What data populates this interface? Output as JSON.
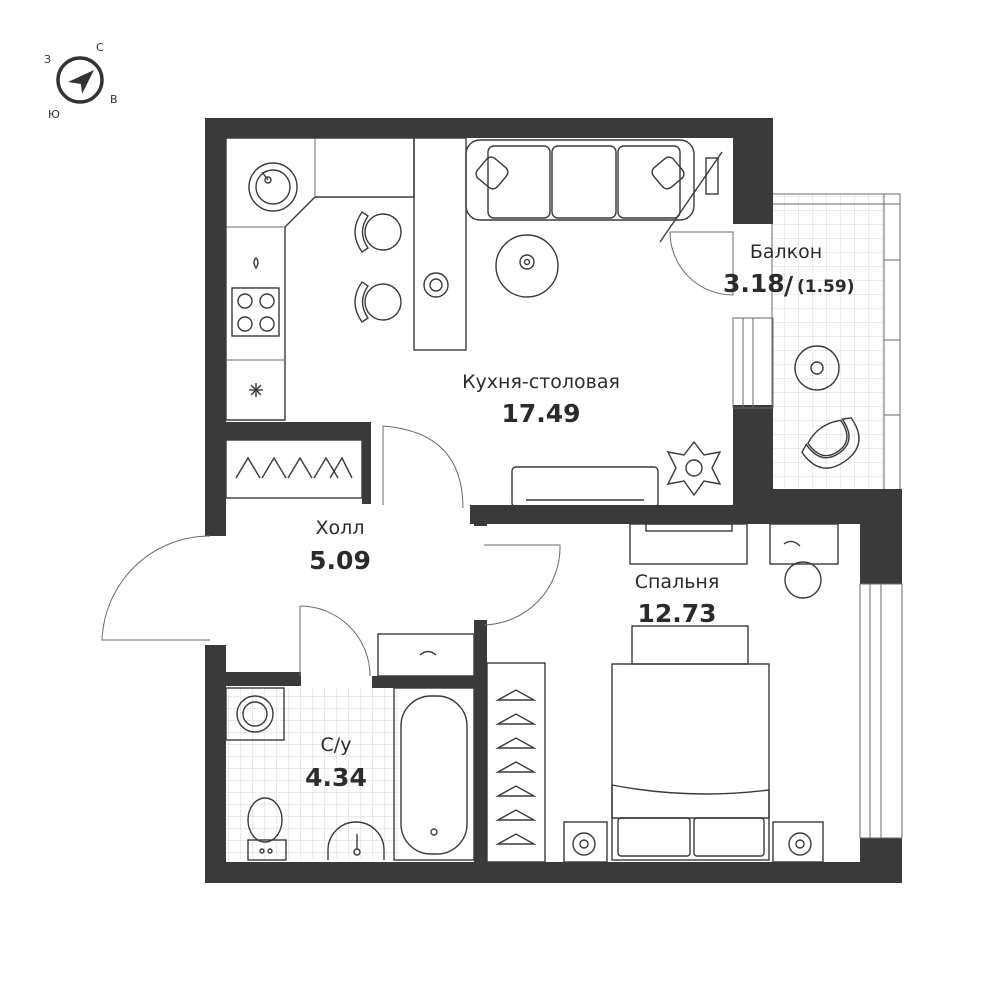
{
  "compass": {
    "north": "С",
    "west": "З",
    "east": "В",
    "south": "Ю"
  },
  "rooms": {
    "kitchen": {
      "name": "Кухня-столовая",
      "area": "17.49"
    },
    "balcony": {
      "name": "Балкон",
      "area": "3.18",
      "slash": "/",
      "area_reduced": "(1.59)"
    },
    "hall": {
      "name": "Холл",
      "area": "5.09"
    },
    "bedroom": {
      "name": "Спальня",
      "area": "12.73"
    },
    "bathroom": {
      "name": "С/у",
      "area": "4.34"
    }
  },
  "colors": {
    "wall": "#3a3a3b",
    "line": "#3a3a3a",
    "tile": "#d9d9d9"
  },
  "icons": [
    "compass-arrow-icon",
    "sofa-icon",
    "table-icon",
    "chair-icon",
    "stove-icon",
    "sink-icon",
    "bed-icon",
    "bathtub-icon",
    "toilet-icon",
    "washing-machine-icon",
    "hanger-icon",
    "plant-icon",
    "tv-icon",
    "armchair-icon"
  ]
}
